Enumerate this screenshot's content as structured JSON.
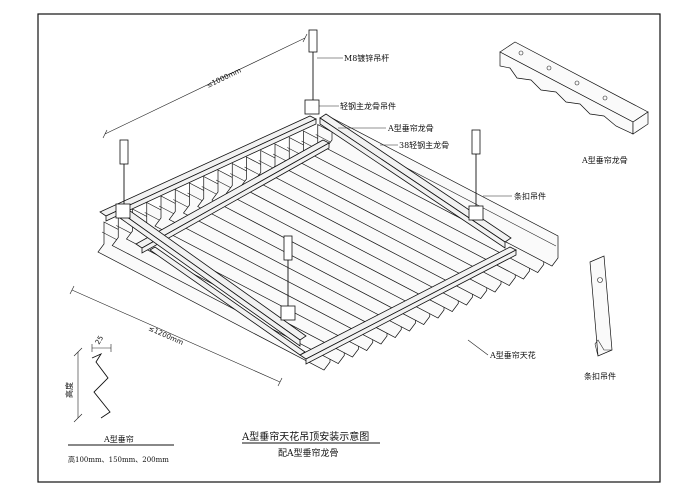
{
  "labels": {
    "m8_rod": "M8镀锌吊杆",
    "light_hanger": "轻钢主龙骨吊件",
    "a_keel_main": "A型垂帘龙骨",
    "keel_38": "38轻钢主龙骨",
    "clip_hanger_main": "条扣吊件",
    "a_ceiling": "A型垂帘天花",
    "a_keel_detail": "A型垂帘龙骨",
    "clip_hanger_detail": "条扣吊件",
    "height_label": "高度",
    "profile_name": "A型垂帘",
    "profile_heights": "高100mm、150mm、200mm",
    "title": "A型垂帘天花吊顶安装示意图",
    "subtitle": "配A型垂帘龙骨"
  },
  "dimensions": {
    "spacing_top": "≤1000mm",
    "spacing_bottom": "≤1200mm",
    "profile_width": "25"
  }
}
